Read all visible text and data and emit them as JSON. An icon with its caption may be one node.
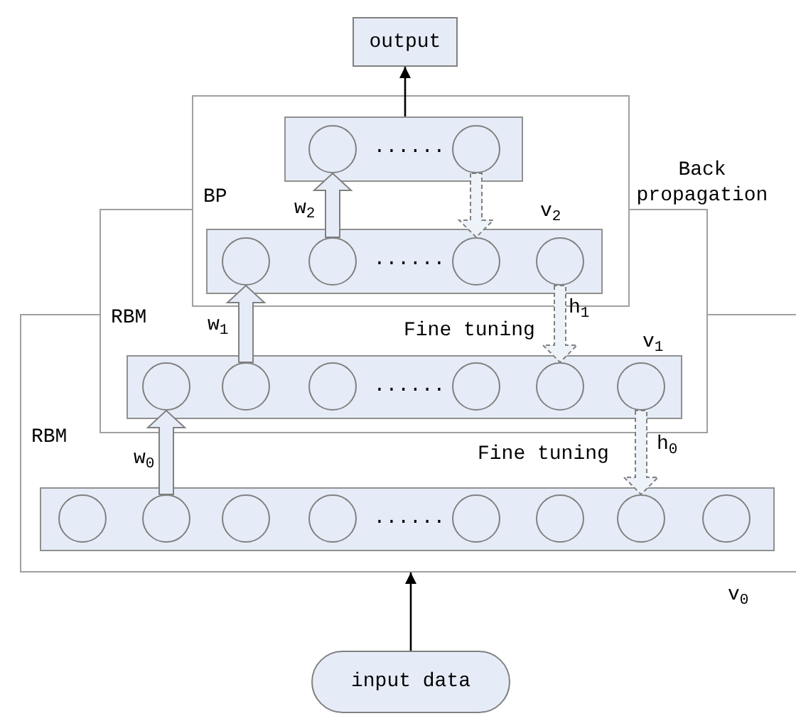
{
  "diagram": {
    "nodes": [
      {
        "text": [
          "output"
        ]
      },
      {
        "text": [
          "BP"
        ]
      },
      {
        "text": [
          "......"
        ],
        "in": 1
      },
      {
        "text": [],
        "shape": "circle",
        "in": 2
      },
      {
        "text": [],
        "shape": "circle",
        "in": 2
      },
      {
        "text": [
          "RBM"
        ]
      },
      {
        "text": [
          "......"
        ]
      },
      {
        "text": [],
        "shape": "circle",
        "in": 6
      },
      {
        "text": [],
        "shape": "circle",
        "in": 6
      },
      {
        "text": [],
        "shape": "circle",
        "in": 6
      },
      {
        "text": [],
        "shape": "circle",
        "in": 6
      },
      {
        "text": [
          "......"
        ]
      },
      {
        "text": [],
        "shape": "circle",
        "in": 11
      },
      {
        "text": [],
        "shape": "circle",
        "in": 11
      },
      {
        "text": [],
        "shape": "circle",
        "in": 11
      },
      {
        "text": [],
        "shape": "circle",
        "in": 11
      },
      {
        "text": [],
        "shape": "circle",
        "in": 11
      },
      {
        "text": [],
        "shape": "circle",
        "in": 11
      },
      {
        "text": [
          "RBM"
        ]
      },
      {
        "text": [
          "......"
        ],
        "in": 18
      },
      {
        "text": [],
        "shape": "circle",
        "in": 19
      },
      {
        "text": [],
        "shape": "circle",
        "in": 19
      },
      {
        "text": [],
        "shape": "circle",
        "in": 19
      },
      {
        "text": [],
        "shape": "circle",
        "in": 19
      },
      {
        "text": [],
        "shape": "circle",
        "in": 19
      },
      {
        "text": [],
        "shape": "circle",
        "in": 19
      },
      {
        "text": [],
        "shape": "circle",
        "in": 19
      },
      {
        "text": [],
        "shape": "circle",
        "in": 19
      },
      {
        "text": [
          "input data"
        ]
      }
    ],
    "edges": [
      {
        "from": 2,
        "to": 0,
        "arrow": "to"
      },
      {
        "from": 8,
        "to": 3,
        "arrow": "to",
        "label": "w$_{2}$",
        "style": "thick"
      },
      {
        "from": 4,
        "to": 9,
        "arrow": "to",
        "style": "dashed"
      },
      {
        "from": 10,
        "to": 16,
        "arrow": "to",
        "label": "Fine tuning",
        "style": "dashed"
      },
      {
        "from": 13,
        "to": 7,
        "arrow": "to",
        "label": "w$_{1}$",
        "style": "thick"
      },
      {
        "from": 21,
        "to": 12,
        "arrow": "to",
        "label": "w$_{0}$",
        "style": "thick"
      },
      {
        "from": 17,
        "to": 26,
        "arrow": "to",
        "label": "Fine tuning",
        "style": "dashed"
      },
      {
        "from": 28,
        "to": 18,
        "arrow": "to"
      }
    ],
    "labels": [
      "Back propagation",
      "v$_{2}$",
      "h$_{1}$",
      "v$_{1}$",
      "h$_{0}$",
      "v$_{0}$"
    ]
  }
}
